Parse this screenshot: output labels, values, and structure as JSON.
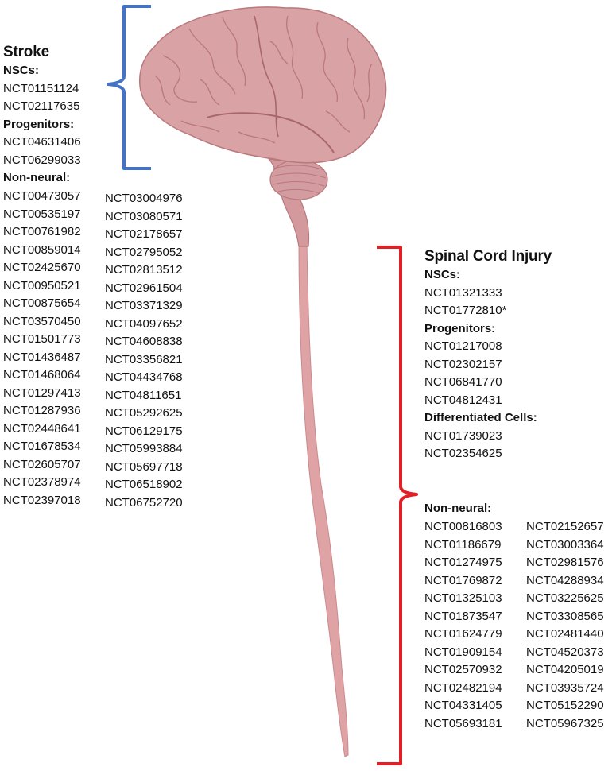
{
  "colors": {
    "stroke_bracket": "#4472C4",
    "sci_bracket": "#E31E24",
    "brain": "#D9A2A5",
    "brain_dark": "#B9787C",
    "cord": "#DFA3A6"
  },
  "stroke": {
    "title": "Stroke",
    "nscs": {
      "label": "NSCs:",
      "items": [
        "NCT01151124",
        "NCT02117635"
      ]
    },
    "progenitors": {
      "label": "Progenitors:",
      "items": [
        "NCT04631406",
        "NCT06299033"
      ]
    },
    "non_neural": {
      "label": "Non-neural:",
      "col1": [
        "NCT00473057",
        "NCT00535197",
        "NCT00761982",
        "NCT00859014",
        "NCT02425670",
        "NCT00950521",
        "NCT00875654",
        "NCT03570450",
        "NCT01501773",
        "NCT01436487",
        "NCT01468064",
        "NCT01297413",
        "NCT01287936",
        "NCT02448641",
        "NCT01678534",
        "NCT02605707",
        "NCT02378974",
        "NCT02397018"
      ],
      "col2": [
        "NCT03004976",
        "NCT03080571",
        "NCT02178657",
        "NCT02795052",
        "NCT02813512",
        "NCT02961504",
        "NCT03371329",
        "NCT04097652",
        "NCT04608838",
        "NCT03356821",
        "NCT04434768",
        "NCT04811651",
        "NCT05292625",
        "NCT06129175",
        "NCT05993884",
        "NCT05697718",
        "NCT06518902",
        "NCT06752720"
      ]
    }
  },
  "sci": {
    "title": "Spinal Cord Injury",
    "nscs": {
      "label": "NSCs:",
      "items": [
        "NCT01321333",
        "NCT01772810*"
      ]
    },
    "progenitors": {
      "label": "Progenitors:",
      "items": [
        "NCT01217008",
        "NCT02302157",
        "NCT06841770",
        "NCT04812431"
      ]
    },
    "differentiated": {
      "label": "Differentiated Cells:",
      "items": [
        "NCT01739023",
        "NCT02354625"
      ]
    },
    "non_neural": {
      "label": "Non-neural:",
      "col1": [
        "NCT00816803",
        "NCT01186679",
        "NCT01274975",
        "NCT01769872",
        "NCT01325103",
        "NCT01873547",
        "NCT01624779",
        "NCT01909154",
        "NCT02570932",
        "NCT02482194",
        "NCT04331405",
        "NCT05693181"
      ],
      "col2": [
        "NCT02152657",
        "NCT03003364",
        "NCT02981576",
        "NCT04288934",
        "NCT03225625",
        "NCT03308565",
        "NCT02481440",
        "NCT04520373",
        "NCT04205019",
        "NCT03935724",
        "NCT05152290",
        "NCT05967325"
      ]
    }
  }
}
